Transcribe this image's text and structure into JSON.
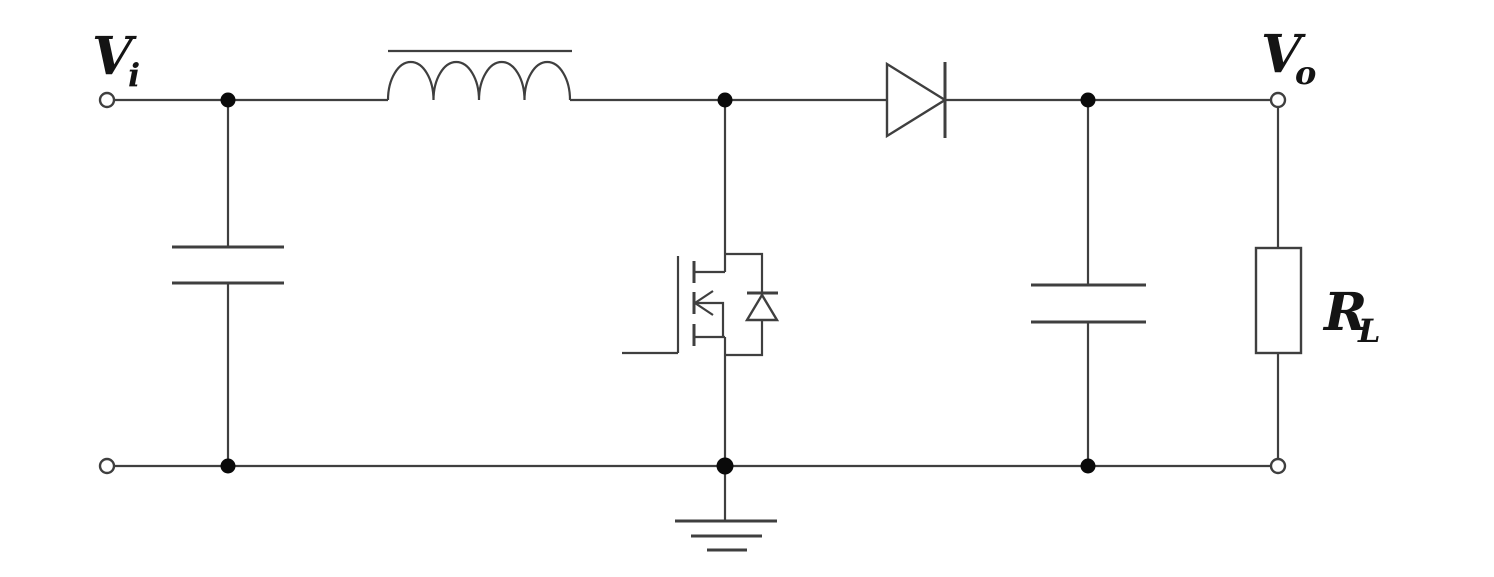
{
  "diagram": {
    "kind": "circuit-schematic",
    "description": "Boost (step-up) DC-DC converter schematic",
    "colors": {
      "line": "#3f3f3f",
      "label": "#141414",
      "background": "#ffffff",
      "junction": "#0a0a0a"
    },
    "labels": {
      "input_voltage": {
        "main": "V",
        "sub": "i"
      },
      "output_voltage": {
        "main": "V",
        "sub": "o"
      },
      "load_resistor": {
        "main": "R",
        "sub": "L"
      }
    },
    "components": [
      {
        "id": "input-terminal-top",
        "type": "open-terminal"
      },
      {
        "id": "input-terminal-bottom",
        "type": "open-terminal"
      },
      {
        "id": "input-capacitor",
        "type": "capacitor"
      },
      {
        "id": "inductor",
        "type": "inductor-with-core-bar",
        "turns": 4
      },
      {
        "id": "mosfet-switch",
        "type": "n-channel-mosfet-with-body-diode"
      },
      {
        "id": "boost-diode",
        "type": "diode"
      },
      {
        "id": "output-capacitor",
        "type": "capacitor"
      },
      {
        "id": "load-resistor",
        "type": "resistor"
      },
      {
        "id": "output-terminal-top",
        "type": "open-terminal"
      },
      {
        "id": "output-terminal-bottom",
        "type": "open-terminal"
      },
      {
        "id": "ground",
        "type": "earth-ground"
      }
    ]
  }
}
